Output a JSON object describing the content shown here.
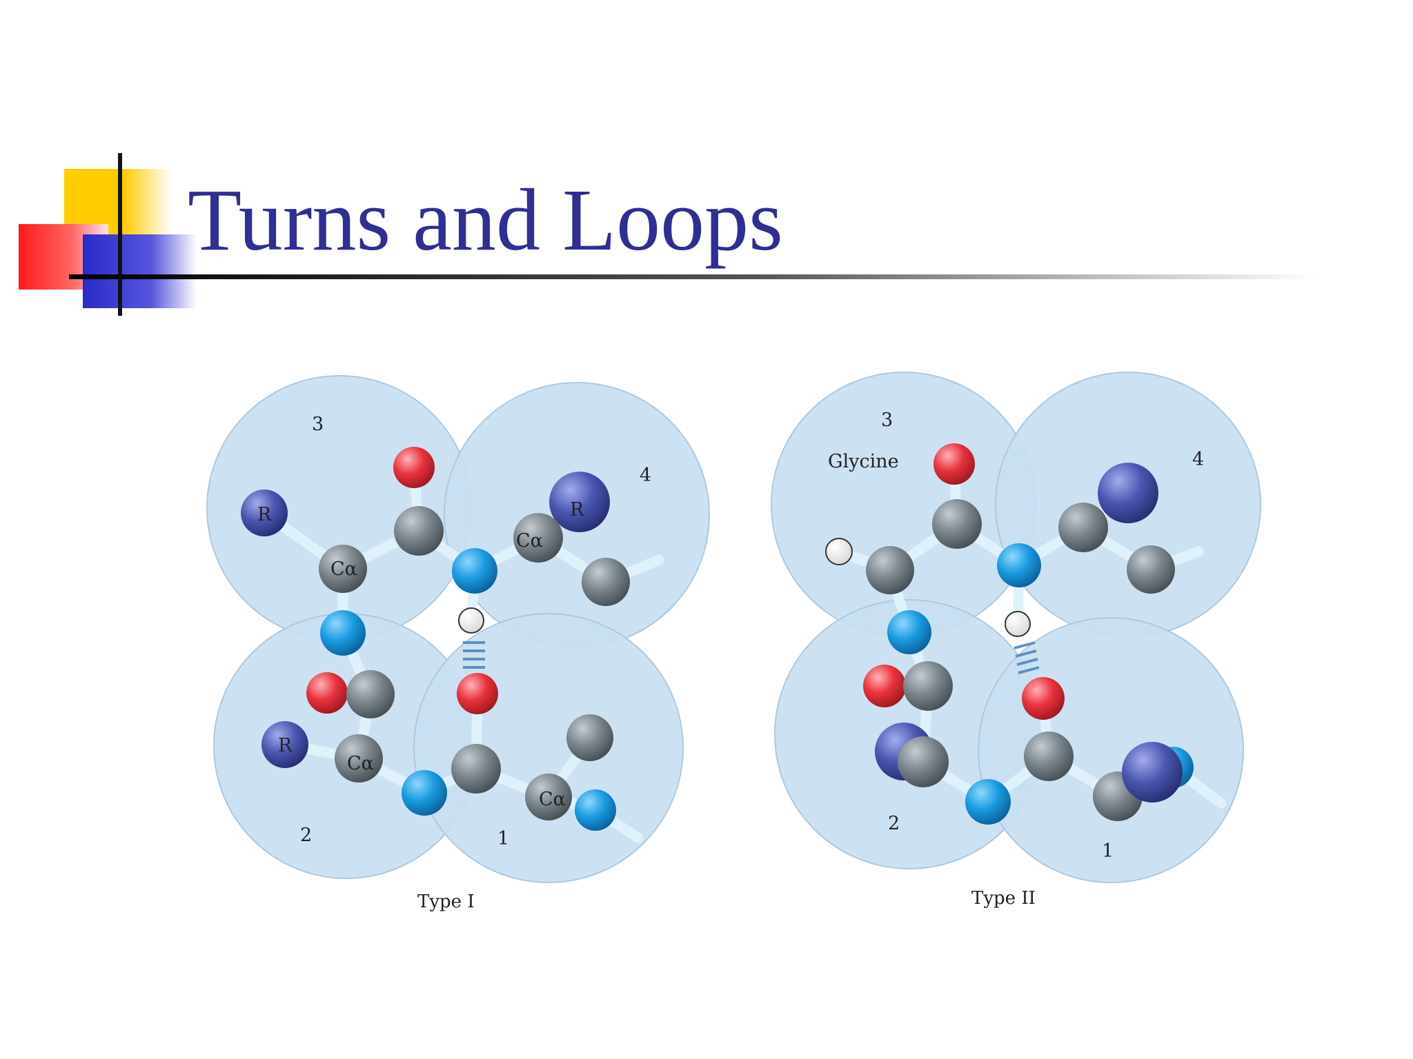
{
  "slide": {
    "title": "Turns and Loops"
  },
  "colors": {
    "title": "#2e2e96",
    "deco_yellow": "#ffcc00",
    "deco_red": "#ff3333",
    "deco_blue": "#3333cc",
    "residue_fill": "#c8e0f2",
    "carbon": "#7a858c",
    "nitrogen": "#1a9be0",
    "oxygen": "#e8323c",
    "r_group": "#4a57b0",
    "bond": "#cfeaf8"
  },
  "figure": {
    "type1": {
      "caption": "Type I",
      "residues": [
        "3",
        "4",
        "2",
        "1"
      ],
      "r_label": "R",
      "ca_label": "Cα"
    },
    "type2": {
      "caption": "Type II",
      "residues": [
        "3",
        "4",
        "2",
        "1"
      ],
      "glycine_label": "Glycine"
    }
  }
}
